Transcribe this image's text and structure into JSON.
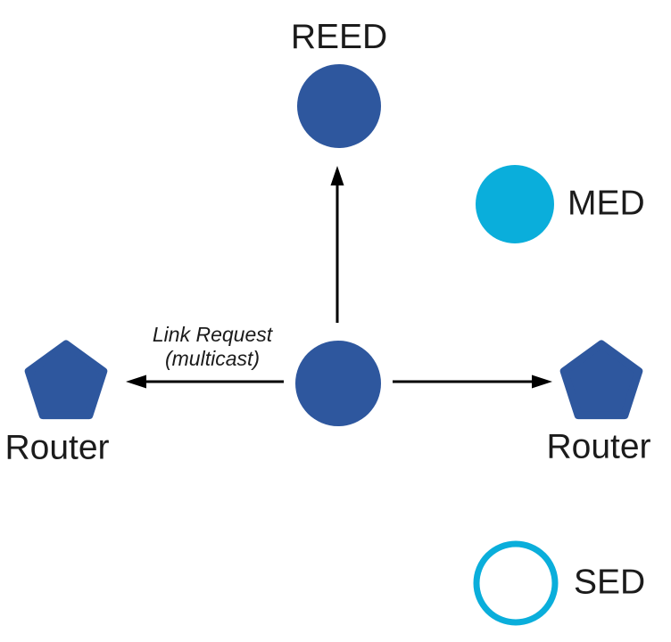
{
  "diagram": {
    "colors": {
      "node_blue": "#2e579e",
      "node_cyan": "#0aaedb",
      "arrow_black": "#000000",
      "text_black": "#1b1b1b",
      "background": "#ffffff"
    },
    "nodes": {
      "reed": {
        "label": "REED",
        "icon": "filled-circle"
      },
      "med": {
        "label": "MED",
        "icon": "filled-circle"
      },
      "center": {
        "icon": "filled-circle"
      },
      "router_left": {
        "label": "Router",
        "icon": "pentagon"
      },
      "router_right": {
        "label": "Router",
        "icon": "pentagon"
      },
      "sed": {
        "label": "SED",
        "icon": "outline-circle"
      }
    },
    "edge_label": {
      "line1": "Link Request",
      "line2": "(multicast)"
    }
  }
}
